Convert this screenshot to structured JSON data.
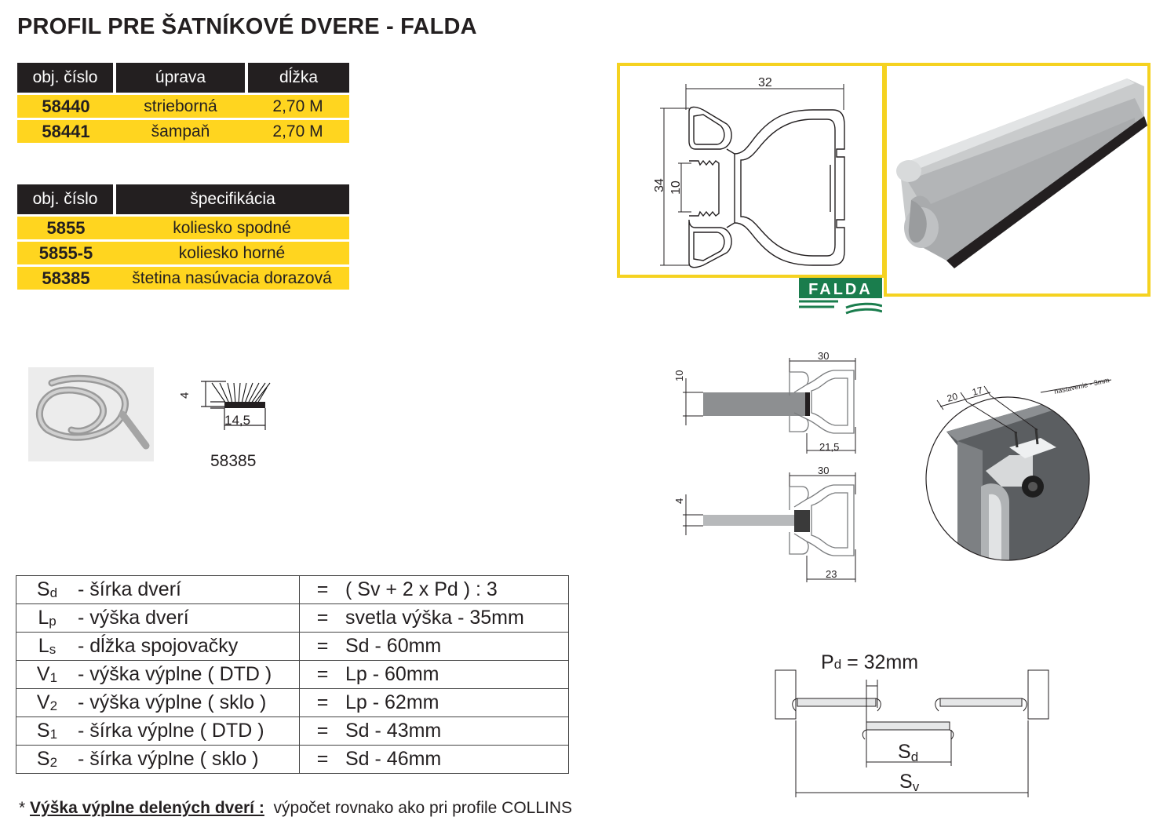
{
  "title": "PROFIL PRE ŠATNÍKOVÉ DVERE - FALDA",
  "table1": {
    "headers": [
      "obj. číslo",
      "úprava",
      "dĺžka"
    ],
    "rows": [
      [
        "58440",
        "strieborná",
        "2,70 M"
      ],
      [
        "58441",
        "šampaň",
        "2,70 M"
      ]
    ]
  },
  "table2": {
    "headers": [
      "obj. číslo",
      "špecifikácia"
    ],
    "rows": [
      [
        "5855",
        "koliesko spodné"
      ],
      [
        "5855-5",
        "koliesko horné"
      ],
      [
        "58385",
        "štetina nasúvacia dorazová"
      ]
    ]
  },
  "brush": {
    "code": "58385",
    "height": "4",
    "width": "14,5"
  },
  "profile_drawing": {
    "width": "32",
    "height": "34",
    "inner": "10"
  },
  "brand": "FALDA",
  "detail1": {
    "width": "30",
    "panel": "10",
    "depth": "21,5"
  },
  "detail2": {
    "width": "30",
    "panel": "4",
    "depth": "23"
  },
  "round_detail": {
    "a": "20",
    "b": "17",
    "note": "nastavenie - 3mm"
  },
  "formulas": [
    {
      "sym": "S",
      "sub": "d",
      "desc": "- šírka dverí",
      "eq": "=",
      "value": "( Sv + 2 x Pd ) : 3"
    },
    {
      "sym": "L",
      "sub": "p",
      "desc": "- výška dverí",
      "eq": "=",
      "value": "svetla výška - 35mm"
    },
    {
      "sym": "L",
      "sub": "s",
      "desc": "- dĺžka spojovačky",
      "eq": "=",
      "value": "Sd - 60mm"
    },
    {
      "sym": "V",
      "sub": "1",
      "desc": "- výška výplne ( DTD )",
      "eq": "=",
      "value": "Lp - 60mm"
    },
    {
      "sym": "V",
      "sub": "2",
      "desc": "- výška výplne ( sklo )",
      "eq": "=",
      "value": "Lp - 62mm"
    },
    {
      "sym": "S",
      "sub": "1",
      "desc": "- šírka výplne ( DTD )",
      "eq": "=",
      "value": "Sd - 43mm"
    },
    {
      "sym": "S",
      "sub": "2",
      "desc": "- šírka výplne ( sklo )",
      "eq": "=",
      "value": "Sd - 46mm"
    }
  ],
  "note": {
    "star": "*",
    "bold": "Výška výplne delených dverí :",
    "text": "výpočet rovnako ako pri profile COLLINS"
  },
  "plan": {
    "pd_sym": "P",
    "pd_sub": "d",
    "pd_value": " = 32mm",
    "sd_sym": "S",
    "sd_sub": "d",
    "sv_sym": "S",
    "sv_sub": "v"
  },
  "colors": {
    "accent": "#ffd51f",
    "header": "#231f20",
    "frame": "#f5d220",
    "brand_green": "#1a7d4d"
  }
}
